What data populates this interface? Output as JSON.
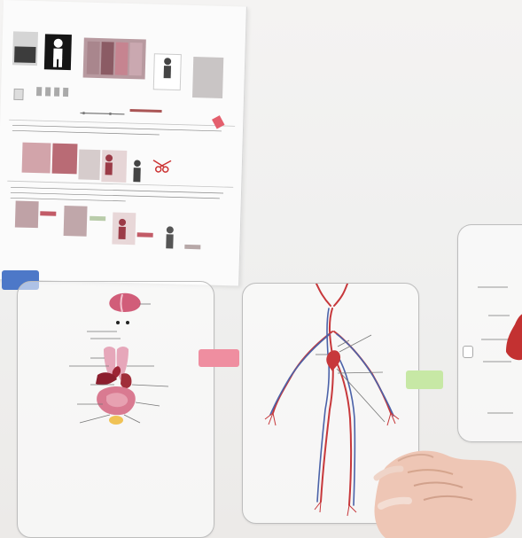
{
  "scene": {
    "colors": {
      "background": "#efefee",
      "card_border": "#bdbdbd",
      "artery_red": "#c7383b",
      "vein_blue": "#4b62a8",
      "organ_pink": "#d97a91",
      "tag_pink": "#ef8ea0",
      "tag_green": "#c7e8a5",
      "blue_strip": "#4d78c8"
    },
    "sheet": {
      "text_lines": [
        "",
        "",
        "",
        "",
        "",
        "",
        "",
        "",
        "",
        "",
        "",
        "",
        ""
      ],
      "icons": [
        "silhouette-icon",
        "scissors-icon",
        "glue-icon",
        "body-card-icon"
      ]
    },
    "cards": [
      {
        "name": "organs-card",
        "topic": "organs",
        "tag": {
          "text": "",
          "color": "#ef8ea0"
        }
      },
      {
        "name": "circulatory-card",
        "topic": "circulatory-system",
        "tag": {
          "text": "",
          "color": "#c7e8a5"
        }
      },
      {
        "name": "muscles-card",
        "topic": "muscles",
        "tag": {
          "text": "",
          "color": "#e8e8e8"
        }
      }
    ],
    "hand": {
      "present": true
    }
  }
}
